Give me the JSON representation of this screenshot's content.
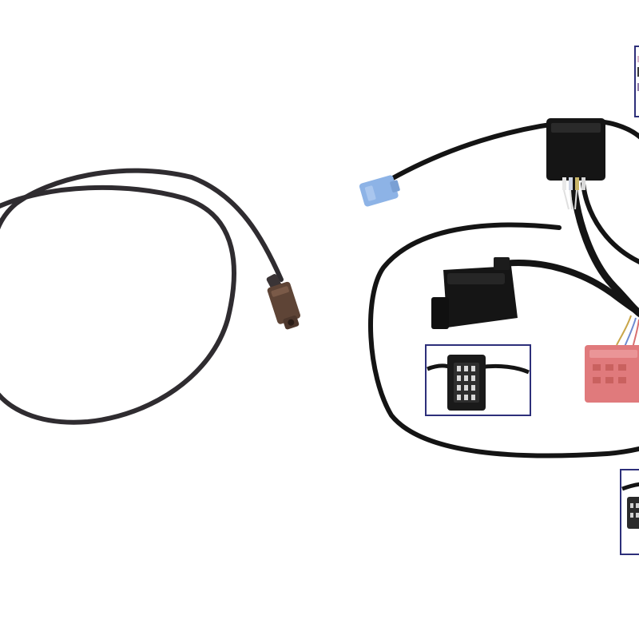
{
  "scene": {
    "background": "#ffffff",
    "items": [
      {
        "name": "fakra-antenna-cable",
        "connector_color": "#5e4436",
        "cable_color": "#2f2c30"
      },
      {
        "name": "wiring-harness",
        "cable_color": "#141414"
      },
      {
        "name": "blue-connector",
        "color": "#8db3e6"
      },
      {
        "name": "red-connector",
        "color": "#e07a7c"
      },
      {
        "name": "black-iso-connector",
        "color": "#151515"
      },
      {
        "name": "inset-connector-detail",
        "frame_color": "#2d2f7a"
      }
    ]
  }
}
